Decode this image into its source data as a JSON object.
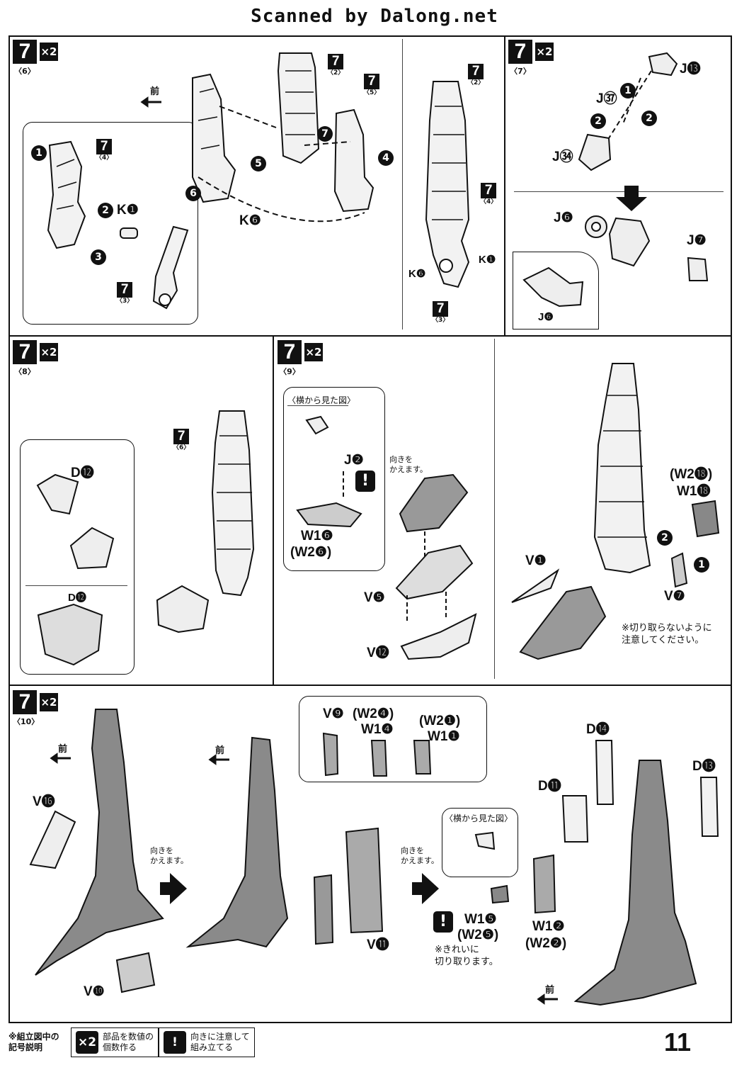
{
  "header": {
    "scan_credit": "Scanned by Dalong.net"
  },
  "steps": {
    "s6": {
      "num": "7",
      "mult": "×2",
      "sub": "〈6〉"
    },
    "s7": {
      "num": "7",
      "mult": "×2",
      "sub": "〈7〉"
    },
    "s8": {
      "num": "7",
      "mult": "×2",
      "sub": "〈8〉"
    },
    "s9": {
      "num": "7",
      "mult": "×2",
      "sub": "〈9〉"
    },
    "s10": {
      "num": "7",
      "mult": "×2",
      "sub": "〈10〉"
    }
  },
  "refs": {
    "r2": {
      "num": "7",
      "sub": "〈2〉"
    },
    "r3": {
      "num": "7",
      "sub": "〈3〉"
    },
    "r4": {
      "num": "7",
      "sub": "〈4〉"
    },
    "r5": {
      "num": "7",
      "sub": "〈5〉"
    },
    "r6": {
      "num": "7",
      "sub": "〈6〉"
    }
  },
  "parts": {
    "K1": "K❶",
    "K6": "K❻",
    "J13": "J⓭",
    "J37": "J㊲",
    "J34": "J㉞",
    "J6": "J❻",
    "J7": "J❼",
    "D12": "D⓬",
    "J2": "J❷",
    "W16": "W1❻",
    "W26": "(W2❻)",
    "V5": "V❺",
    "V12": "V⓬",
    "V1": "V❶",
    "V7": "V❼",
    "W218": "(W2⓲)",
    "W118": "W1⓲",
    "V16": "V⓰",
    "V10": "V❿",
    "V9": "V❾",
    "W24": "(W2❹)",
    "W14": "W1❹",
    "W21": "(W2❶)",
    "W11": "W1❶",
    "V11": "V⓫",
    "D14": "D⓮",
    "D11": "D⓫",
    "D13": "D⓭",
    "W15": "W1❺",
    "W25": "(W2❺)",
    "W12": "W1❷",
    "W22": "(W2❷)"
  },
  "seq": [
    "1",
    "2",
    "3",
    "4",
    "5",
    "6",
    "7"
  ],
  "text": {
    "front": "前",
    "side_view": "〈横から見た図〉",
    "turn_around": "向きを\nかえます。",
    "no_cut": "※切り取らないように\n注意してください。",
    "clean_cut": "※きれいに\n切り取ります。"
  },
  "legend": {
    "title": "※組立図中の\n記号説明",
    "mult_badge": "×2",
    "mult_text": "部品を数値の\n個数作る",
    "warn_badge": "!",
    "warn_text": "向きに注意して\n組み立てる"
  },
  "page_number": "11"
}
